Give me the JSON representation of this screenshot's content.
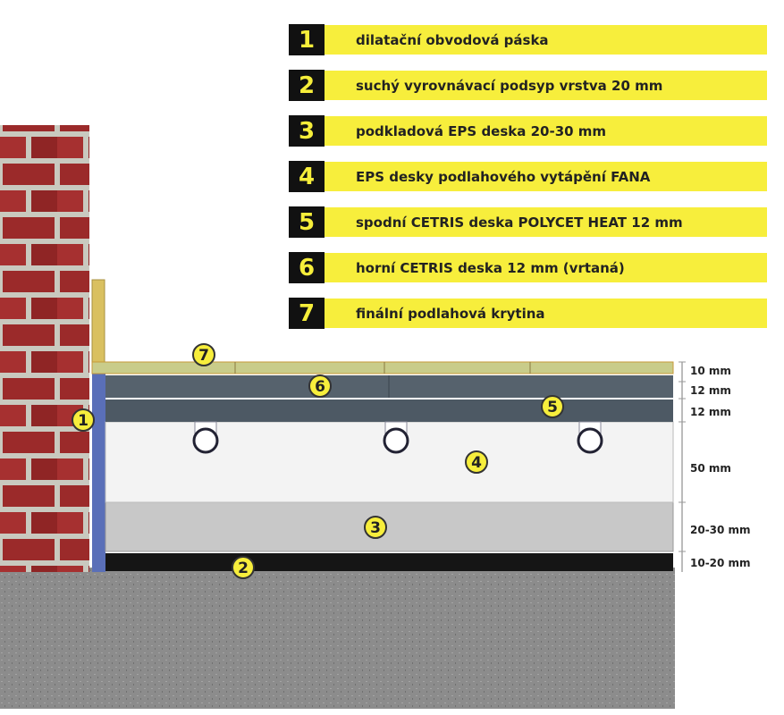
{
  "legend": [
    {
      "num": "1",
      "label": "dilatační obvodová páska"
    },
    {
      "num": "2",
      "label": "suchý vyrovnávací podsyp vrstva 20 mm"
    },
    {
      "num": "3",
      "label": "podkladová EPS deska 20-30 mm"
    },
    {
      "num": "4",
      "label": "EPS desky podlahového vytápění FANA"
    },
    {
      "num": "5",
      "label": "spodní CETRIS deska POLYCET HEAT 12 mm"
    },
    {
      "num": "6",
      "label": "horní CETRIS deska 12 mm (vrtaná)"
    },
    {
      "num": "7",
      "label": "finální podlahová krytina"
    }
  ],
  "dimensions": [
    "10 mm",
    "12 mm",
    "12 mm",
    "50 mm",
    "20-30 mm",
    "10-20 mm"
  ],
  "colors": {
    "accent": "#f7ee3c",
    "legend_box": "#111111",
    "cetris": "#4d5964",
    "tape": "#5a6fb8"
  }
}
